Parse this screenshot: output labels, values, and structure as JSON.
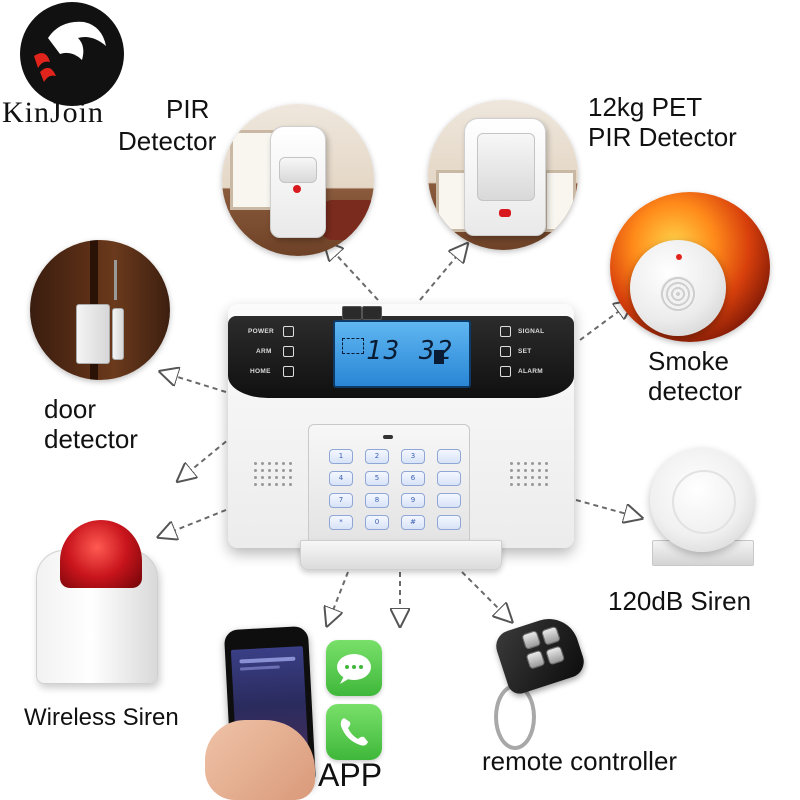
{
  "brand": {
    "name": "KinJoin"
  },
  "captions": {
    "pir": [
      "PIR",
      "Detector"
    ],
    "pet_pir": [
      "12kg PET",
      "PIR Detector"
    ],
    "smoke": [
      "Smoke",
      "detector"
    ],
    "door": [
      "door",
      "detector"
    ],
    "siren_120": "120dB Siren",
    "wireless_siren": "Wireless Siren",
    "remote": "remote controller",
    "app": "APP"
  },
  "panel": {
    "lcd_time": "13 32",
    "left_labels": [
      "POWER",
      "ARM",
      "HOME"
    ],
    "right_labels": [
      "SIGNAL",
      "SET",
      "ALARM"
    ],
    "keys": [
      "1",
      "2",
      "3",
      "",
      "4",
      "5",
      "6",
      "",
      "7",
      "8",
      "9",
      "",
      "*",
      "0",
      "#",
      ""
    ]
  },
  "colors": {
    "siren_red": "#c8141c",
    "lcd_blue": "#2a86d6",
    "app_green": "#3fb83a",
    "panel_dark": "#101010"
  }
}
